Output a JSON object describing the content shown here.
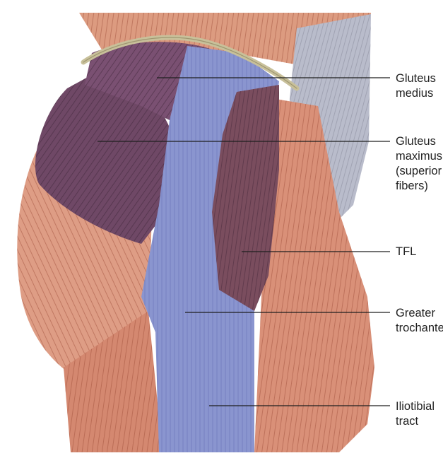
{
  "colors": {
    "background": "#ffffff",
    "muscle": "#d99078",
    "muscle_light": "#e7a78f",
    "muscle_dark": "#b8624b",
    "fascia_blue": "#8a95cf",
    "purple_gluteus": "#6e4763",
    "purple_tfl": "#7a4d5e",
    "grey_muscle": "#b7b9c8",
    "iliac_crest": "#c8c09a",
    "leader_line": "#1f1f1f",
    "label_text": "#222222"
  },
  "labels": [
    {
      "id": "gluteus-medius",
      "lines": [
        "Gluteus",
        "medius"
      ]
    },
    {
      "id": "gluteus-maximus",
      "lines": [
        "Gluteus",
        "maximus",
        "(superior",
        "fibers)"
      ]
    },
    {
      "id": "tfl",
      "lines": [
        "TFL"
      ]
    },
    {
      "id": "greater-trochanter",
      "lines": [
        "Greater",
        "trochanter"
      ]
    },
    {
      "id": "iliotibial-tract",
      "lines": [
        "Iliotibial",
        "tract"
      ]
    }
  ]
}
